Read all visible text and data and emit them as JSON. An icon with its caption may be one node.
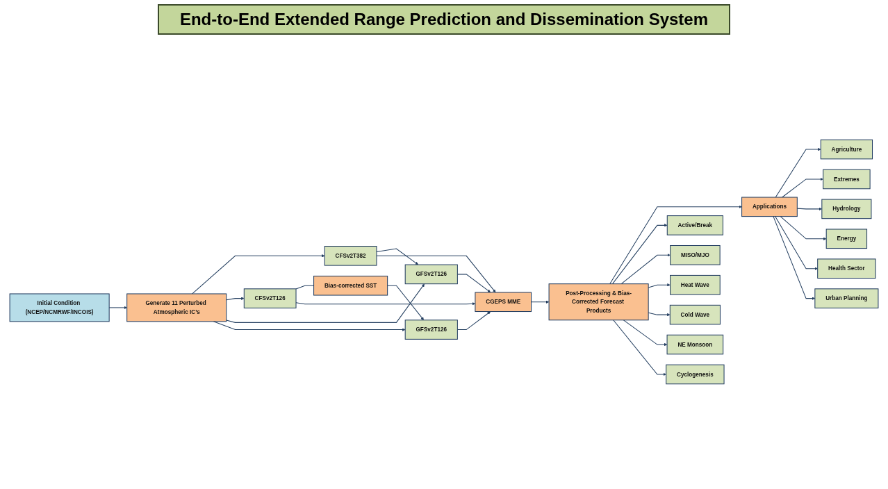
{
  "diagram": {
    "title": "End-to-End Extended Range Prediction and Dissemination System",
    "nodes": [
      {
        "text": [
          "Initial Condition (NCEP/NCMRWF/INCOIS)"
        ]
      },
      {
        "text": [
          "Generate 11 Perturbed Atmospheric IC’s"
        ]
      },
      {
        "text": [
          "CFSv2T382"
        ]
      },
      {
        "text": [
          "CFSv2T126"
        ]
      },
      {
        "text": [
          "Bias-corrected SST"
        ]
      },
      {
        "text": [
          "GFSv2T126"
        ]
      },
      {
        "text": [
          "GFSv2T126"
        ]
      },
      {
        "text": [
          "CGEPS MME"
        ]
      },
      {
        "text": [
          "Post-Processing & Bias-Corrected Forecast Products"
        ]
      },
      {
        "text": [
          "Active/Break"
        ]
      },
      {
        "text": [
          "MISO/MJO"
        ]
      },
      {
        "text": [
          "Heat Wave"
        ]
      },
      {
        "text": [
          "Cold Wave"
        ]
      },
      {
        "text": [
          "NE Monsoon"
        ]
      },
      {
        "text": [
          "Cyclogenesis"
        ]
      },
      {
        "text": [
          "Applications"
        ]
      },
      {
        "text": [
          "Agriculture"
        ]
      },
      {
        "text": [
          "Extremes"
        ]
      },
      {
        "text": [
          "Hydrology"
        ]
      },
      {
        "text": [
          "Energy"
        ]
      },
      {
        "text": [
          "Health Sector"
        ]
      },
      {
        "text": [
          "Urban Planning"
        ]
      }
    ],
    "edges": [
      {
        "from": 0,
        "to": 1,
        "arrow": "to"
      },
      {
        "from": 1,
        "to": 2,
        "arrow": "to"
      },
      {
        "from": 1,
        "to": 3,
        "arrow": "to"
      },
      {
        "from": 1,
        "to": 6,
        "arrow": "to"
      },
      {
        "from": 1,
        "to": 5,
        "arrow": "to"
      },
      {
        "from": 3,
        "to": 4,
        "arrow": "none"
      },
      {
        "from": 4,
        "to": 5,
        "arrow": "to"
      },
      {
        "from": 2,
        "to": 6,
        "arrow": "to"
      },
      {
        "from": 2,
        "to": 7,
        "arrow": "to"
      },
      {
        "from": 3,
        "to": 7,
        "arrow": "to"
      },
      {
        "from": 5,
        "to": 7,
        "arrow": "to"
      },
      {
        "from": 6,
        "to": 7,
        "arrow": "to"
      },
      {
        "from": 7,
        "to": 8,
        "arrow": "to"
      },
      {
        "from": 8,
        "to": 15,
        "arrow": "to"
      },
      {
        "from": 8,
        "to": 9,
        "arrow": "to"
      },
      {
        "from": 8,
        "to": 10,
        "arrow": "to"
      },
      {
        "from": 8,
        "to": 11,
        "arrow": "to"
      },
      {
        "from": 8,
        "to": 12,
        "arrow": "to"
      },
      {
        "from": 8,
        "to": 13,
        "arrow": "to"
      },
      {
        "from": 8,
        "to": 14,
        "arrow": "to"
      },
      {
        "from": 15,
        "to": 16,
        "arrow": "to"
      },
      {
        "from": 15,
        "to": 17,
        "arrow": "to"
      },
      {
        "from": 15,
        "to": 18,
        "arrow": "to"
      },
      {
        "from": 15,
        "to": 19,
        "arrow": "to"
      },
      {
        "from": 15,
        "to": 20,
        "arrow": "to"
      },
      {
        "from": 15,
        "to": 21,
        "arrow": "to"
      }
    ]
  }
}
